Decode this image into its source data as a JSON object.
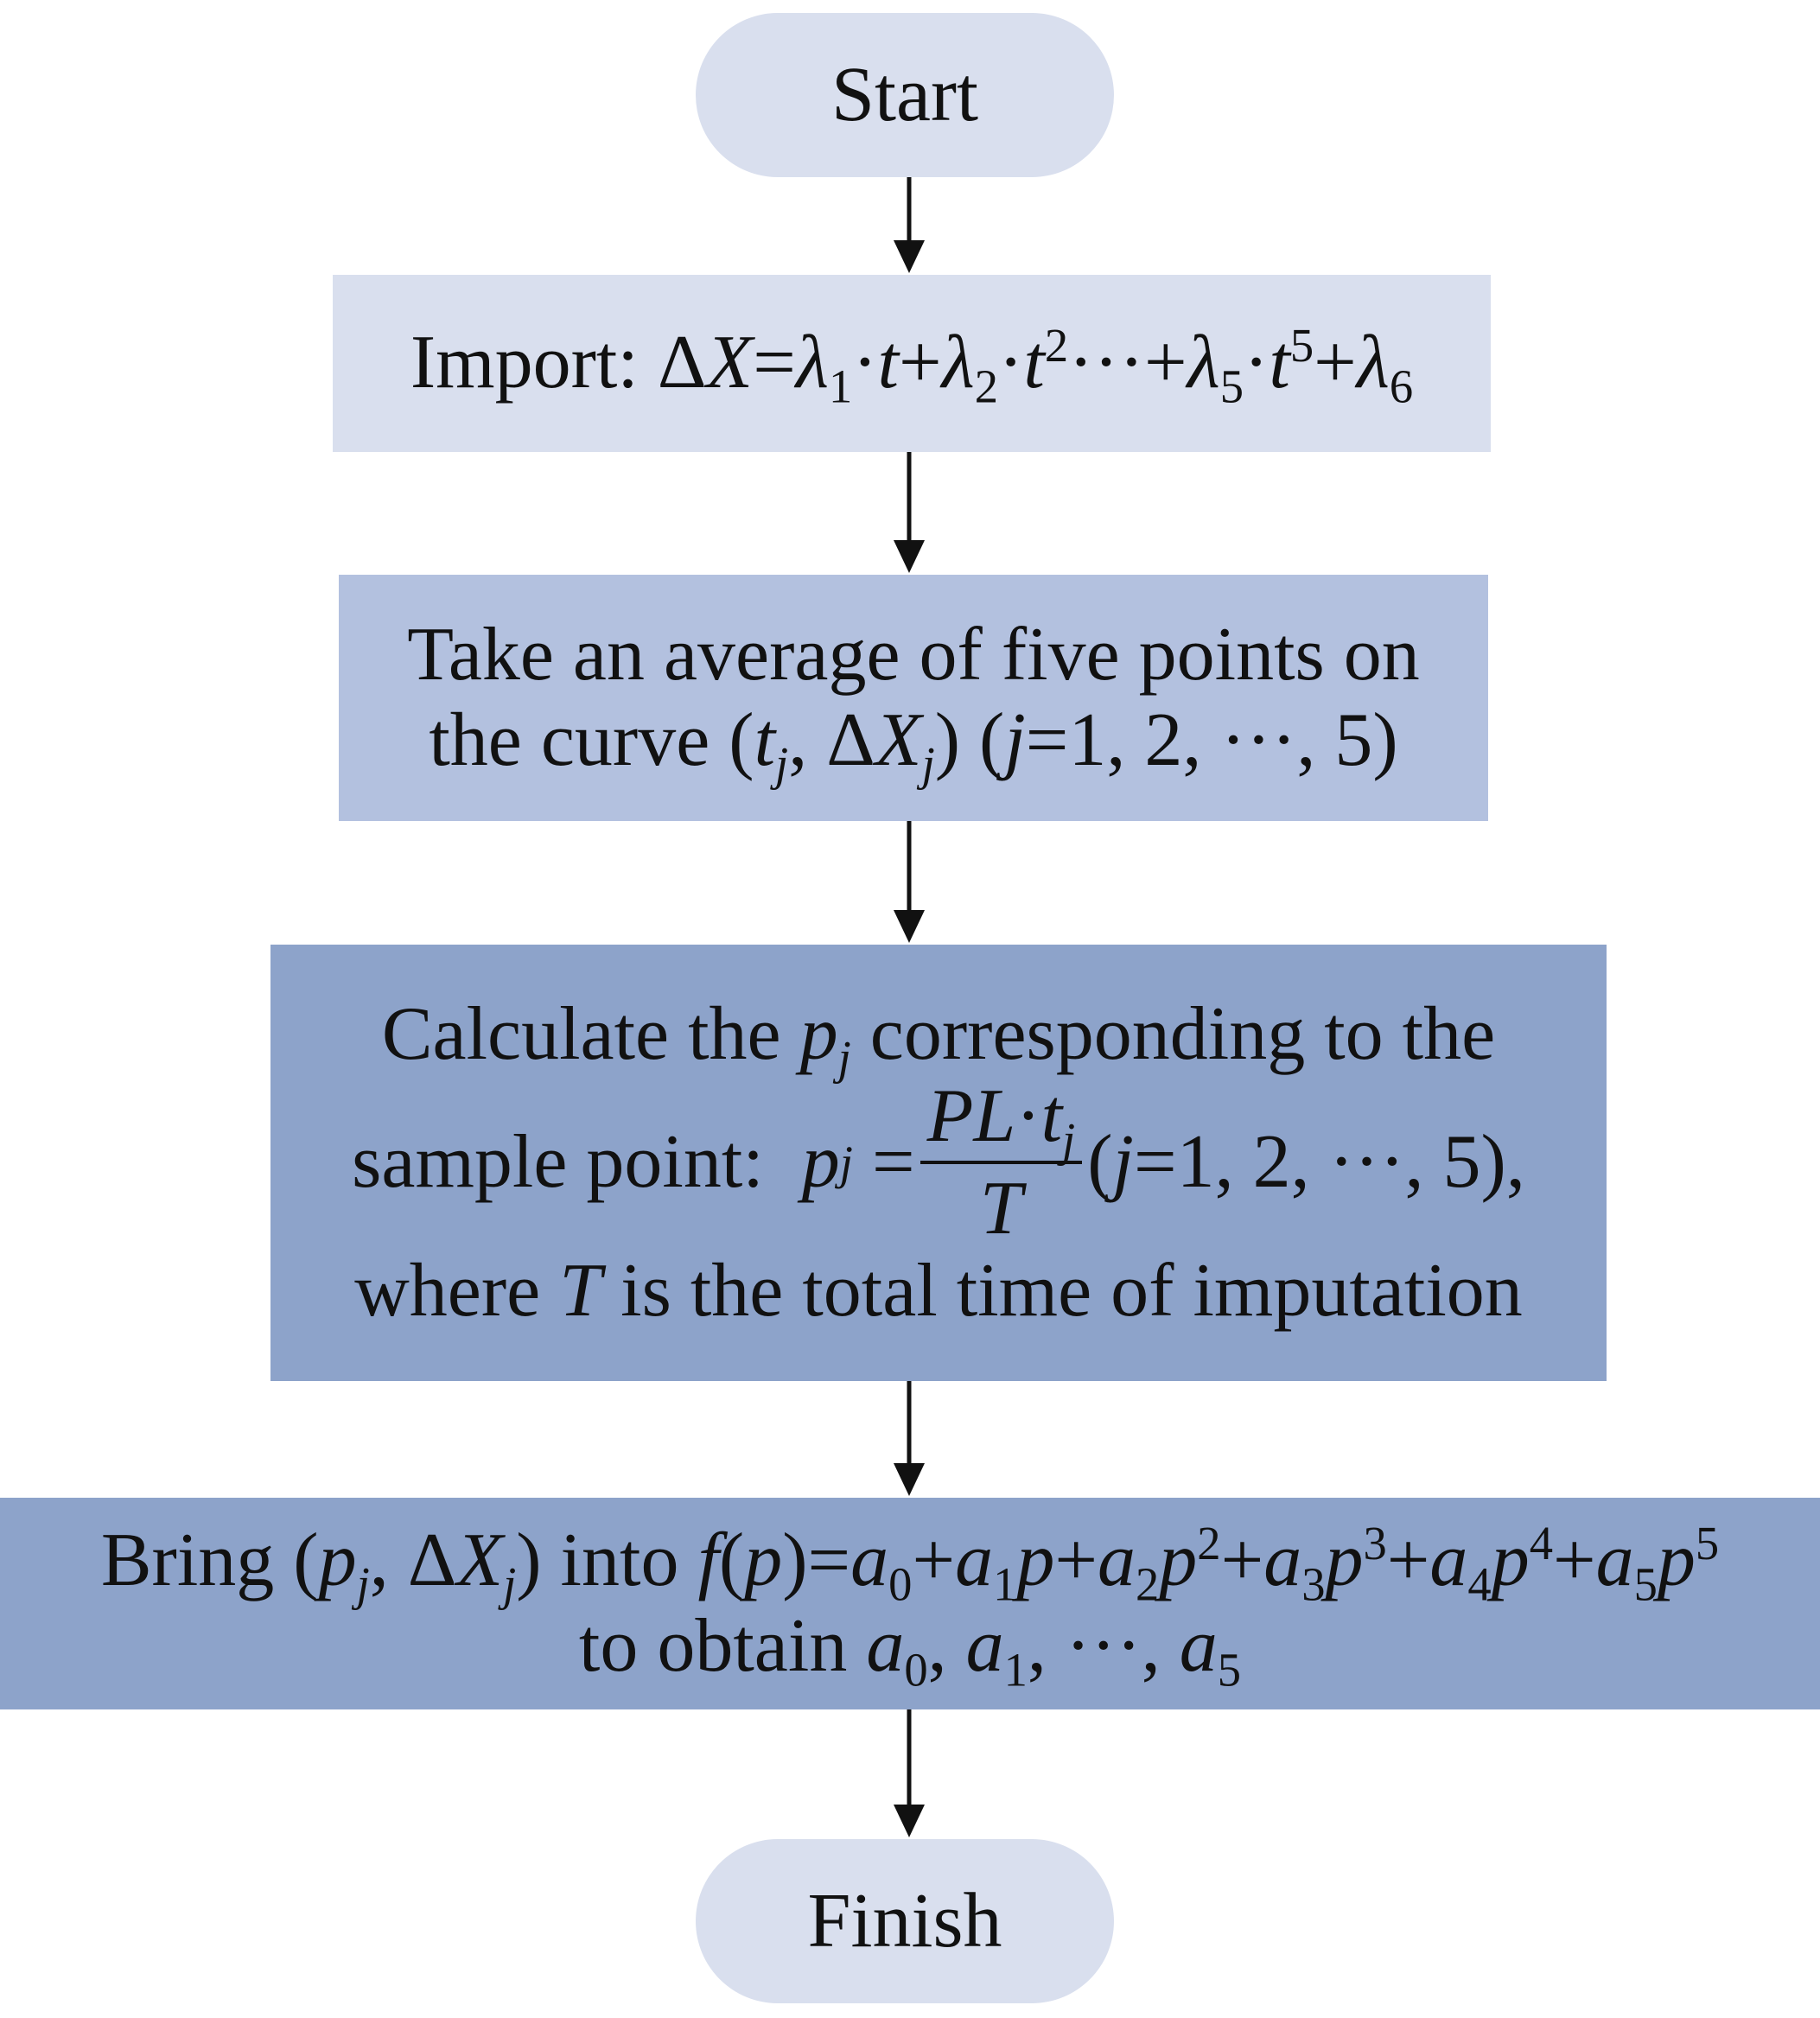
{
  "flowchart": {
    "start": {
      "label": "Start"
    },
    "step1": {
      "prefix": "Import: ",
      "formula": "ΔX=λ₁·t+λ₂·t²···+λ₅·t⁵+λ₆"
    },
    "step2": {
      "line1": "Take an average of five points on",
      "line2": "the curve (tⱼ, ΔXⱼ) (j=1, 2, ···, 5)"
    },
    "step3": {
      "line1": "Calculate the pⱼ corresponding to the",
      "line2_prefix": "sample point:",
      "formula": "pⱼ = PL·tⱼ / T (j=1, 2, ···, 5),",
      "line3": "where T is the total time of imputation"
    },
    "step4": {
      "line1": "Bring (pⱼ, ΔXⱼ) into f(p)=a₀+a₁p+a₂p²+a₃p³+a₄p⁴+a₅p⁵",
      "line2": "to obtain a₀, a₁, ···, a₅"
    },
    "finish": {
      "label": "Finish"
    }
  },
  "colors": {
    "terminal_fill": "#d9dfee",
    "step1_fill": "#d9dfee",
    "step2_fill": "#b3c1df",
    "step3_fill": "#8da3ca",
    "step4_fill": "#8da3ca",
    "arrow": "#111111"
  }
}
